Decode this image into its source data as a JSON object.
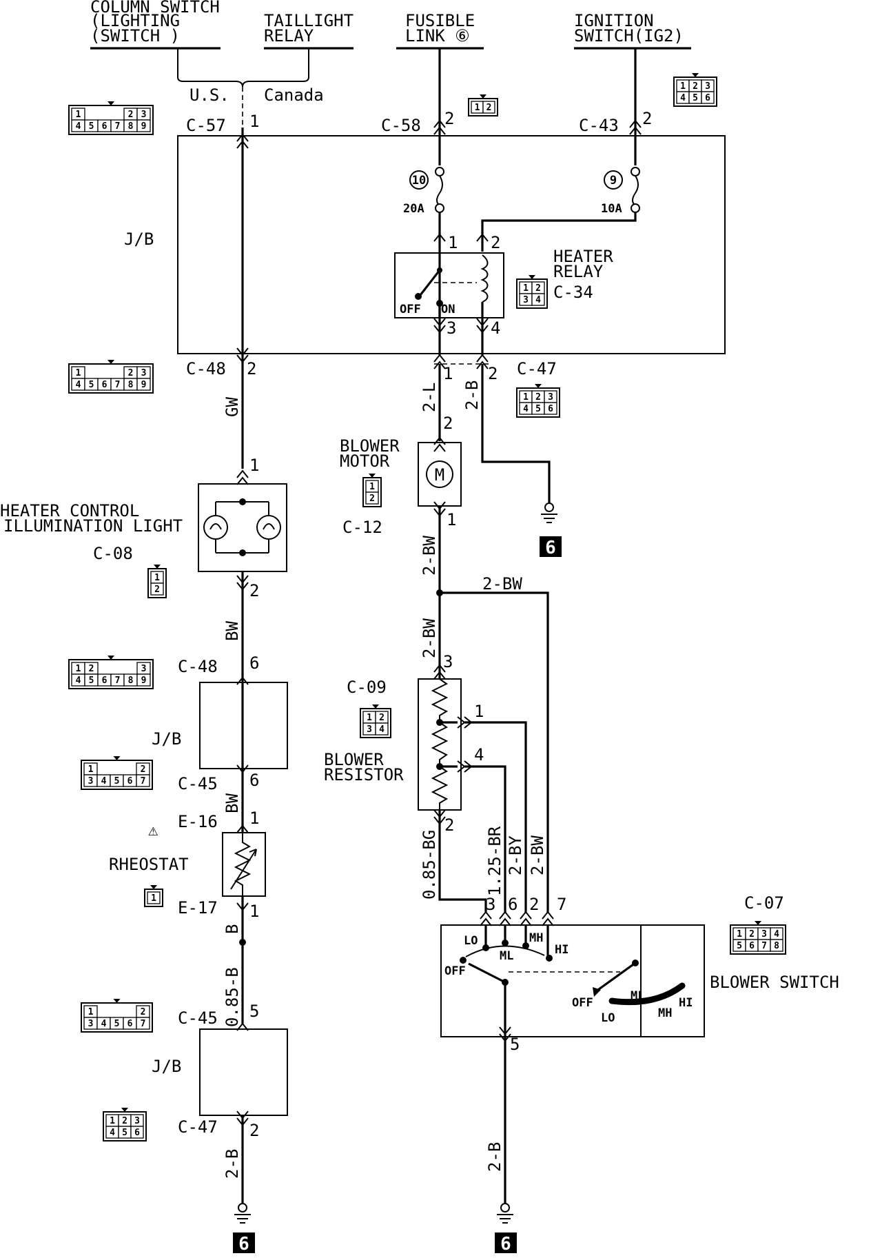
{
  "headers": {
    "column_switch": [
      "COLUMN SWITCH",
      "(LIGHTING",
      "(SWITCH     )"
    ],
    "taillight_relay": [
      "TAILLIGHT",
      "RELAY"
    ],
    "fusible_link": [
      "FUSIBLE",
      "LINK ⑥"
    ],
    "ignition_switch": [
      "IGNITION",
      "SWITCH(IG2)"
    ]
  },
  "region": {
    "us": "U.S.",
    "canada": "Canada"
  },
  "connectors": {
    "c57": "C-57",
    "c58": "C-58",
    "c43": "C-43",
    "c48_top": "C-48",
    "c47_top": "C-47",
    "c34": "C-34",
    "c12": "C-12",
    "c08": "C-08",
    "c48_mid": "C-48",
    "c45_mid": "C-45",
    "e16": "E-16",
    "e17": "E-17",
    "c09": "C-09",
    "c45_low": "C-45",
    "c47_low": "C-47",
    "c07": "C-07"
  },
  "components": {
    "jb": "J/B",
    "heater_relay": [
      "HEATER",
      "RELAY"
    ],
    "blower_motor": [
      "BLOWER",
      "MOTOR"
    ],
    "motor_symbol": "M",
    "heater_control_light": [
      "HEATER CONTROL",
      "ILLUMINATION LIGHT"
    ],
    "rheostat": "RHEOSTAT",
    "blower_resistor": [
      "BLOWER",
      "RESISTOR"
    ],
    "blower_switch": "BLOWER SWITCH"
  },
  "fuses": {
    "f10": {
      "number": "10",
      "rating": "20A"
    },
    "f9": {
      "number": "9",
      "rating": "10A"
    }
  },
  "relay_contacts": {
    "off": "OFF",
    "on": "ON"
  },
  "switch_positions": {
    "lo": "LO",
    "ml": "ML",
    "mh": "MH",
    "hi": "HI",
    "off": "OFF"
  },
  "wires": {
    "gw": "GW",
    "bw_upper": "BW",
    "bw_lower": "BW",
    "b": "B",
    "b085": "0.85-B",
    "b2_left": "2-B",
    "l2": "2-L",
    "b2_ground": "2-B",
    "bw2_a": "2-BW",
    "bw2_b": "2-BW",
    "bw2_branch": "2-BW",
    "bg085": "0.85-BG",
    "br125": "1.25-BR",
    "by2": "2-BY",
    "bw2_c": "2-BW",
    "b2_switch": "2-B"
  },
  "pins": {
    "c57": "1",
    "c58": "2",
    "c43": "2",
    "relay1": "1",
    "relay2": "2",
    "relay3": "3",
    "relay4": "4",
    "c48_top": "2",
    "c47_1": "1",
    "c47_2": "2",
    "motor2": "2",
    "motor1": "1",
    "light1": "1",
    "light2": "2",
    "c48_mid": "6",
    "c45_mid": "6",
    "e16": "1",
    "e17": "1",
    "c45_low": "5",
    "c47_low": "2",
    "res3": "3",
    "res1": "1",
    "res4": "4",
    "res2": "2",
    "sw3": "3",
    "sw6": "6",
    "sw2": "2",
    "sw7": "7",
    "sw5": "5"
  },
  "connector_pins": {
    "c57": [
      [
        "1",
        "",
        "",
        "",
        "2",
        "3"
      ],
      [
        "4",
        "5",
        "6",
        "7",
        "8",
        "9"
      ]
    ],
    "c48_top": [
      [
        "1",
        "",
        "",
        "",
        "2",
        "3"
      ],
      [
        "4",
        "5",
        "6",
        "7",
        "8",
        "9"
      ]
    ],
    "c48_mid": [
      [
        "1",
        "2",
        "",
        "",
        "",
        "3"
      ],
      [
        "4",
        "5",
        "6",
        "7",
        "8",
        "9"
      ]
    ],
    "c45_mid": [
      [
        "1",
        "",
        "",
        "",
        "2"
      ],
      [
        "3",
        "4",
        "5",
        "6",
        "7"
      ]
    ],
    "c45_low": [
      [
        "1",
        "",
        "",
        "",
        "2"
      ],
      [
        "3",
        "4",
        "5",
        "6",
        "7"
      ]
    ],
    "c58": [
      [
        "1",
        "2"
      ]
    ],
    "c43": [
      [
        "1",
        "2",
        "3"
      ],
      [
        "4",
        "5",
        "6"
      ]
    ],
    "c47_top": [
      [
        "1",
        "2",
        "3"
      ],
      [
        "4",
        "5",
        "6"
      ]
    ],
    "c47_low": [
      [
        "1",
        "2",
        "3"
      ],
      [
        "4",
        "5",
        "6"
      ]
    ],
    "c34": [
      [
        "1",
        "2"
      ],
      [
        "3",
        "4"
      ]
    ],
    "c12": [
      [
        "1"
      ],
      [
        "2"
      ]
    ],
    "c08": [
      [
        "1"
      ],
      [
        "2"
      ]
    ],
    "c09": [
      [
        "1",
        "2"
      ],
      [
        "3",
        "4"
      ]
    ],
    "c07": [
      [
        "1",
        "2",
        "3",
        "4"
      ],
      [
        "5",
        "6",
        "7",
        "8"
      ]
    ],
    "e17": [
      [
        "1"
      ]
    ]
  },
  "ground_ref": "6",
  "warning_mark": "⚠"
}
